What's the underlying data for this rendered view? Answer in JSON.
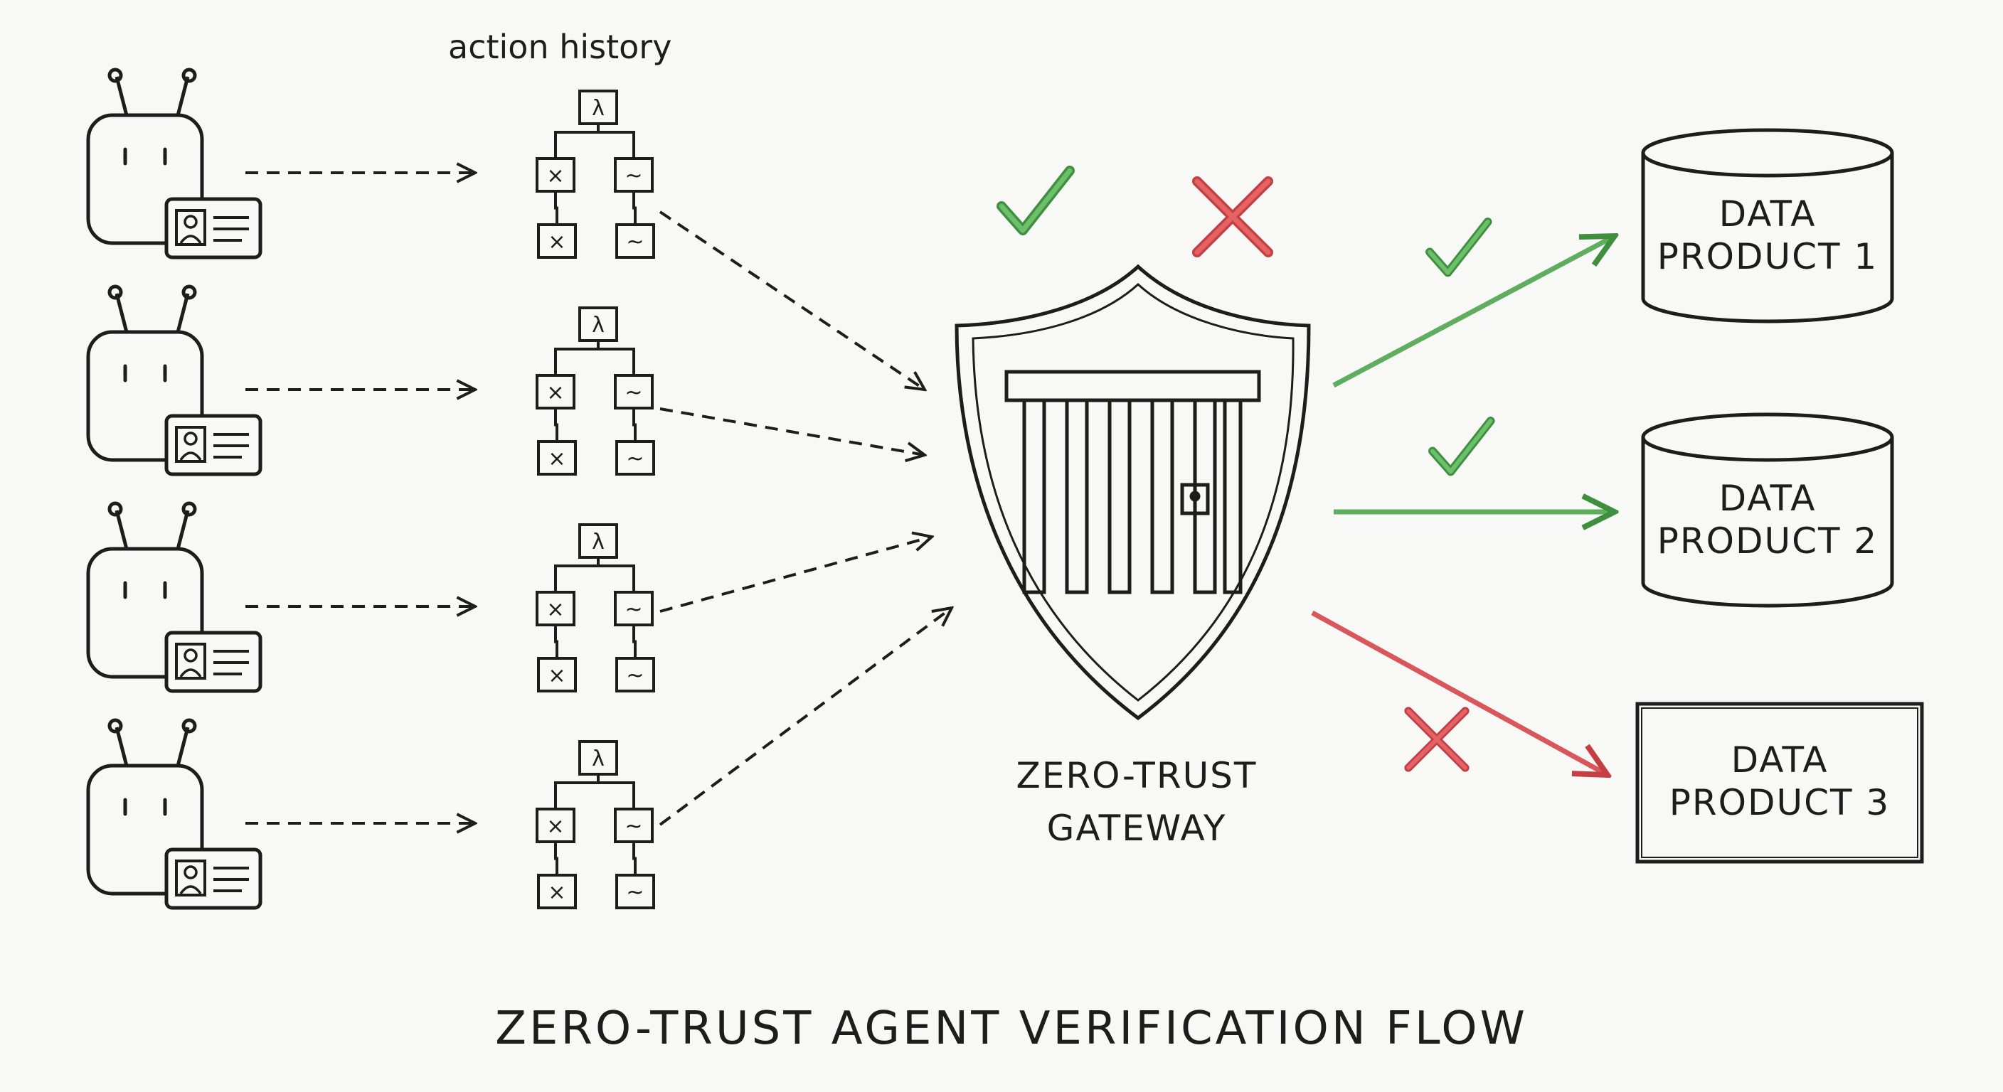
{
  "diagram": {
    "title": "ZERO-TRUST AGENT VERIFICATION FLOW",
    "history_label": "action history",
    "gateway_label": [
      "ZERO-TRUST",
      "GATEWAY"
    ],
    "agents": [
      {
        "icon": "robot-agent-icon",
        "badge": "id-card-icon"
      },
      {
        "icon": "robot-agent-icon",
        "badge": "id-card-icon"
      },
      {
        "icon": "robot-agent-icon",
        "badge": "id-card-icon"
      },
      {
        "icon": "robot-agent-icon",
        "badge": "id-card-icon"
      }
    ],
    "history_trees": [
      {
        "nodes": [
          "λ",
          "×",
          "~",
          "×",
          "~"
        ]
      },
      {
        "nodes": [
          "λ",
          "×",
          "~",
          "×",
          "~"
        ]
      },
      {
        "nodes": [
          "λ",
          "×",
          "~",
          "×",
          "~"
        ]
      },
      {
        "nodes": [
          "λ",
          "×",
          "~",
          "×",
          "~"
        ]
      }
    ],
    "gateway_status": {
      "approved_icon": "check-icon",
      "denied_icon": "x-icon"
    },
    "products": [
      {
        "lines": [
          "DATA",
          "PRODUCT 1"
        ],
        "shape": "cylinder",
        "access": "allowed"
      },
      {
        "lines": [
          "DATA",
          "PRODUCT 2"
        ],
        "shape": "cylinder",
        "access": "allowed"
      },
      {
        "lines": [
          "DATA",
          "PRODUCT 3"
        ],
        "shape": "box",
        "access": "denied"
      }
    ],
    "colors": {
      "ink": "#1d1d1d",
      "allowed": "#5fae5f",
      "denied": "#d9575a",
      "background": "#f8f8f6"
    }
  }
}
